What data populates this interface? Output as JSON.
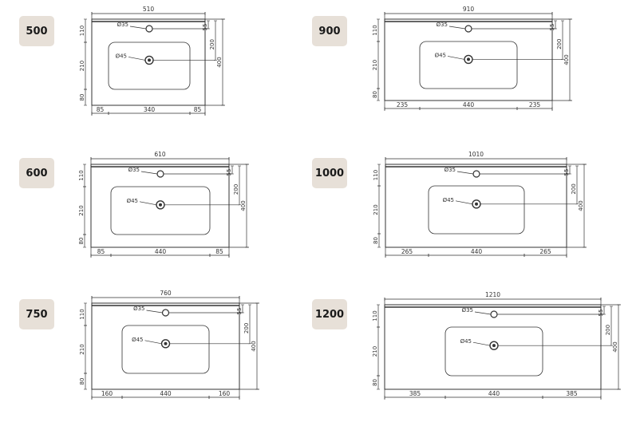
{
  "colors": {
    "badge_bg": "#e7e0d8",
    "line": "#333333"
  },
  "items": [
    {
      "model": "500",
      "dims": {
        "width": "510",
        "left": "85",
        "center": "340",
        "right": "85",
        "top": "110",
        "middle": "210",
        "bottom": "80",
        "depth": "400",
        "tap_offset": "55",
        "drain_offset": "200",
        "tap_hole": "Ø35",
        "drain_hole": "Ø45"
      }
    },
    {
      "model": "900",
      "dims": {
        "width": "910",
        "left": "235",
        "center": "440",
        "right": "235",
        "top": "110",
        "middle": "210",
        "bottom": "80",
        "depth": "400",
        "tap_offset": "55",
        "drain_offset": "200",
        "tap_hole": "Ø35",
        "drain_hole": "Ø45"
      }
    },
    {
      "model": "600",
      "dims": {
        "width": "610",
        "left": "85",
        "center": "440",
        "right": "85",
        "top": "110",
        "middle": "210",
        "bottom": "80",
        "depth": "400",
        "tap_offset": "55",
        "drain_offset": "200",
        "tap_hole": "Ø35",
        "drain_hole": "Ø45"
      }
    },
    {
      "model": "1000",
      "dims": {
        "width": "1010",
        "left": "265",
        "center": "440",
        "right": "265",
        "top": "110",
        "middle": "210",
        "bottom": "80",
        "depth": "400",
        "tap_offset": "55",
        "drain_offset": "200",
        "tap_hole": "Ø35",
        "drain_hole": "Ø45"
      }
    },
    {
      "model": "750",
      "dims": {
        "width": "760",
        "left": "160",
        "center": "440",
        "right": "160",
        "top": "110",
        "middle": "210",
        "bottom": "80",
        "depth": "400",
        "tap_offset": "55",
        "drain_offset": "200",
        "tap_hole": "Ø35",
        "drain_hole": "Ø45"
      }
    },
    {
      "model": "1200",
      "dims": {
        "width": "1210",
        "left": "385",
        "center": "440",
        "right": "385",
        "top": "110",
        "middle": "210",
        "bottom": "80",
        "depth": "400",
        "tap_offset": "55",
        "drain_offset": "200",
        "tap_hole": "Ø35",
        "drain_hole": "Ø45"
      }
    }
  ]
}
